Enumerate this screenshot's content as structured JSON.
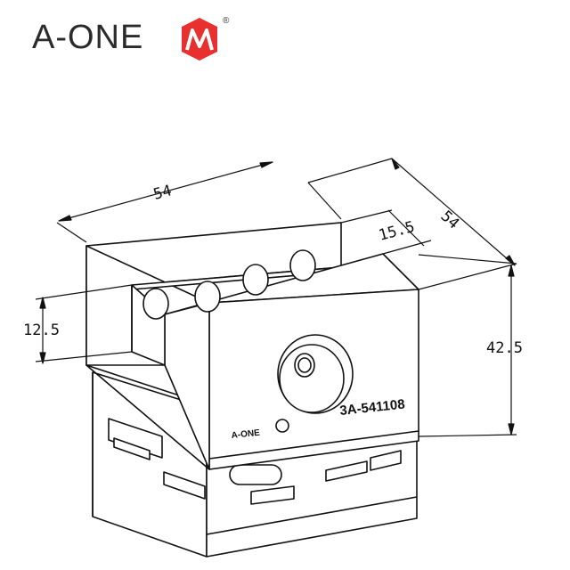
{
  "logo": {
    "text": "A-ONE",
    "registered": "®",
    "accent_color": "#e8312f"
  },
  "dimensions": {
    "width_top": "54",
    "depth_side": "54",
    "slot_depth": "15.5",
    "slot_height": "12.5",
    "total_height": "42.5"
  },
  "part": {
    "number": "3A-541108",
    "brand_mark": "A-ONE"
  }
}
